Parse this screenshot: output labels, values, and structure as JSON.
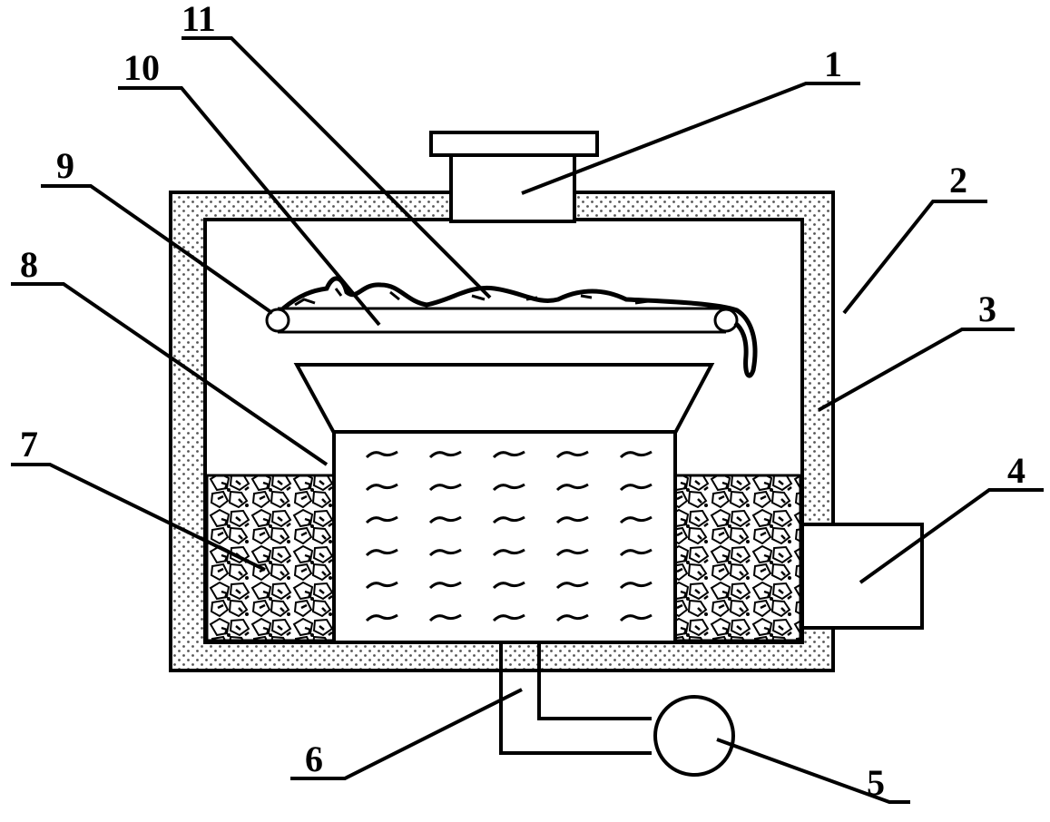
{
  "labels": {
    "l1": "1",
    "l2": "2",
    "l3": "3",
    "l4": "4",
    "l5": "5",
    "l6": "6",
    "l7": "7",
    "l8": "8",
    "l9": "9",
    "l10": "10",
    "l11": "11"
  },
  "colors": {
    "line": "#000000",
    "background": "#ffffff",
    "insulation_dots": "#555555"
  }
}
